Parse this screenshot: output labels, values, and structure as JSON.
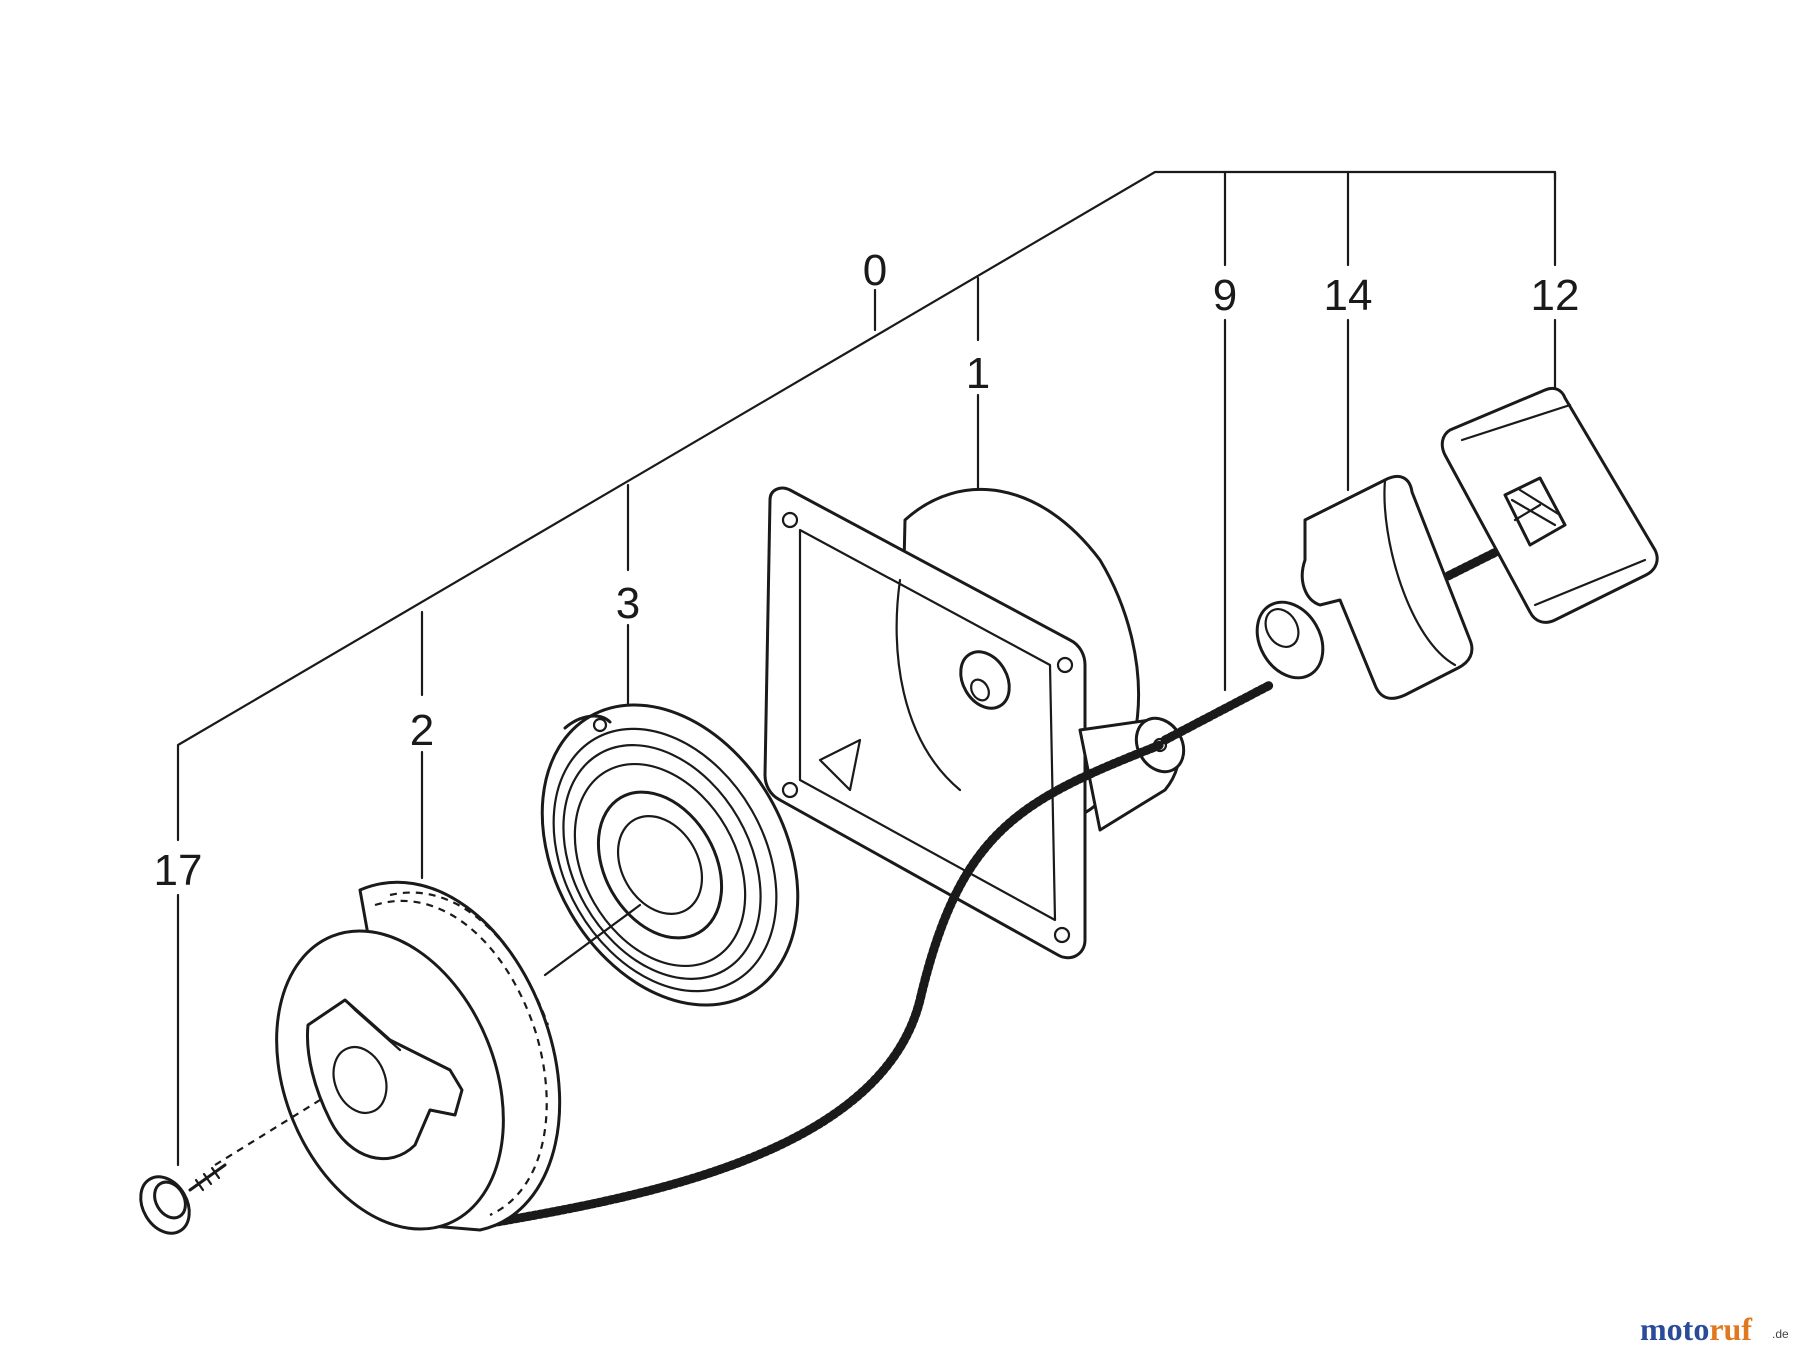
{
  "labels": {
    "p0": "0",
    "p1": "1",
    "p2": "2",
    "p3": "3",
    "p9": "9",
    "p12": "12",
    "p14": "14",
    "p17": "17"
  },
  "watermark": {
    "part1": "moto",
    "part2": "ruf",
    "suffix": ".de",
    "color_blue": "#2a4a9a",
    "color_orange": "#e07820",
    "color_green": "#3a9a3a"
  }
}
